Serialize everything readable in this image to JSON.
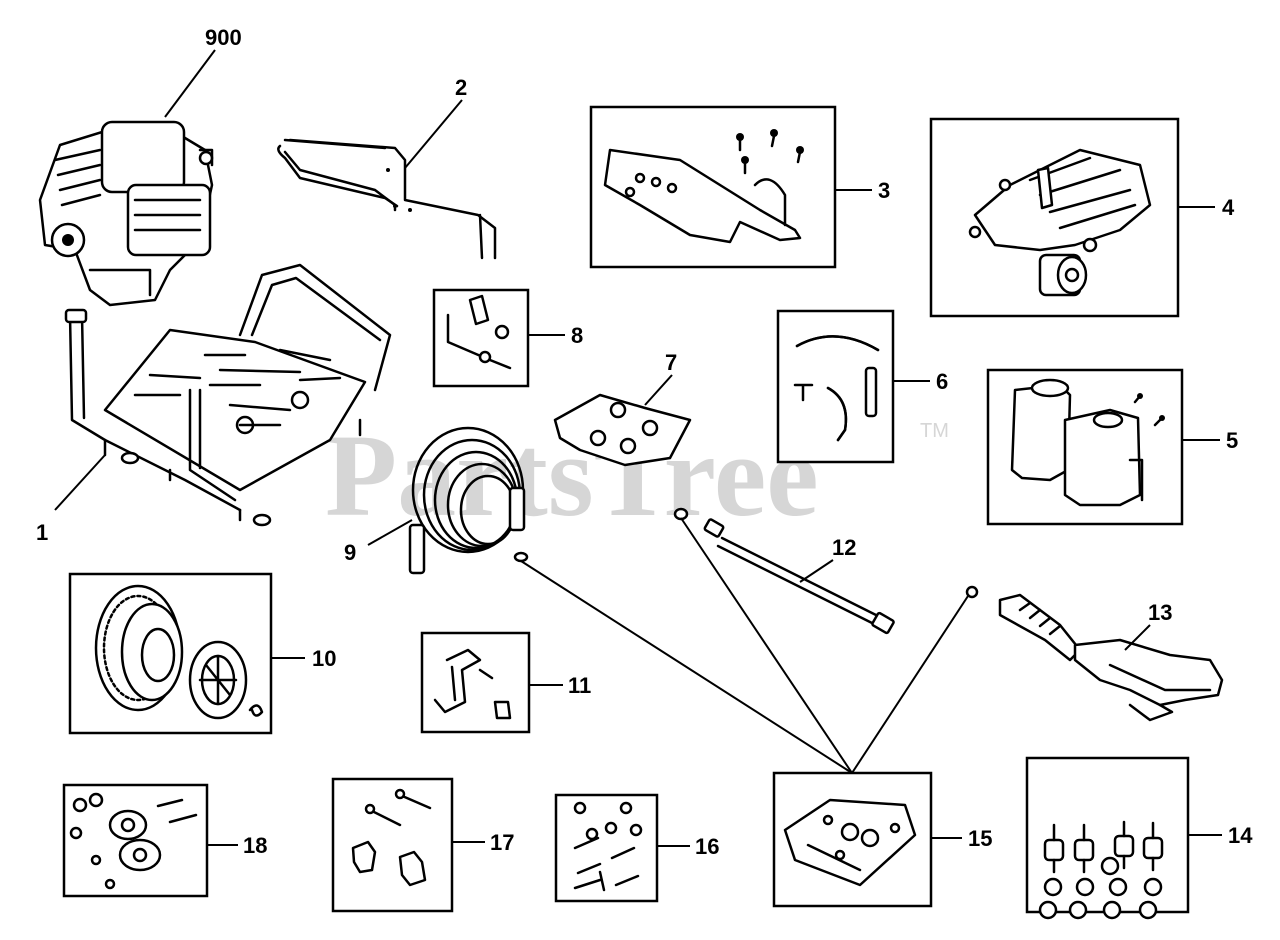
{
  "watermark": {
    "text": "PartsTree",
    "tm": "TM"
  },
  "callouts": {
    "c900": "900",
    "c1": "1",
    "c2": "2",
    "c3": "3",
    "c4": "4",
    "c5": "5",
    "c6": "6",
    "c7": "7",
    "c8": "8",
    "c9": "9",
    "c10": "10",
    "c11": "11",
    "c12": "12",
    "c13": "13",
    "c14": "14",
    "c15": "15",
    "c16": "16",
    "c17": "17",
    "c18": "18"
  },
  "parts": [
    {
      "ref": "900",
      "icon": "engine-icon"
    },
    {
      "ref": "1",
      "icon": "frame-base-icon"
    },
    {
      "ref": "2",
      "icon": "handle-icon"
    },
    {
      "ref": "3",
      "icon": "pump-bracket-icon"
    },
    {
      "ref": "4",
      "icon": "pump-icon"
    },
    {
      "ref": "5",
      "icon": "detergent-tank-icon"
    },
    {
      "ref": "6",
      "icon": "hose-kit-icon"
    },
    {
      "ref": "7",
      "icon": "nozzle-pack-icon"
    },
    {
      "ref": "8",
      "icon": "handle-pin-icon"
    },
    {
      "ref": "9",
      "icon": "high-pressure-hose-icon"
    },
    {
      "ref": "10",
      "icon": "wheel-kit-icon"
    },
    {
      "ref": "11",
      "icon": "hose-hook-icon"
    },
    {
      "ref": "12",
      "icon": "lance-icon"
    },
    {
      "ref": "13",
      "icon": "spray-gun-icon"
    },
    {
      "ref": "14",
      "icon": "isolator-kit-icon"
    },
    {
      "ref": "15",
      "icon": "bracket-kit-icon"
    },
    {
      "ref": "16",
      "icon": "hardware-kit-icon"
    },
    {
      "ref": "17",
      "icon": "knob-bolt-kit-icon"
    },
    {
      "ref": "18",
      "icon": "wheel-hardware-icon"
    }
  ]
}
